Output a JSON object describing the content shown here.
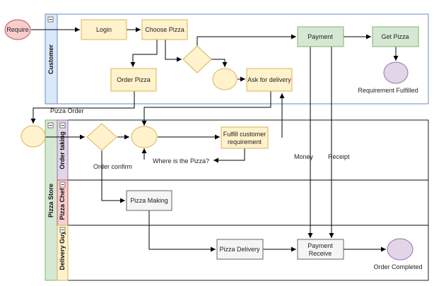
{
  "lanes": {
    "customer": "Customer",
    "pizza_store": "Pizza Store",
    "order_taking": "Order taking",
    "pizza_chef": "Pizza Chef",
    "delivery_guy": "Delivery Guy"
  },
  "nodes": {
    "require": "Require",
    "login": "Login",
    "choose_pizza": "Choose Pizza",
    "order_pizza": "Order Pizza",
    "ask_for_delivery": "Ask for delivery",
    "payment": "Payment",
    "get_pizza": "Get Pizza",
    "requirement_fulfilled": "Requirement Fulfilled",
    "fulfill_line1": "Fulfill customer",
    "fulfill_line2": "requirement",
    "pizza_making": "Pizza Making",
    "pizza_delivery": "Pizza Delivery",
    "payment_receive_line1": "Payment",
    "payment_receive_line2": "Receive",
    "order_completed": "Order Completed"
  },
  "edge_labels": {
    "pizza_order": "Pizza Order",
    "order_confirm": "Order confirm",
    "where_is_pizza": "Where is the Pizza?",
    "money": "Money",
    "receipt": "Receipt"
  },
  "colors": {
    "customer_fill": "#dae8fc",
    "customer_stroke": "#6c8ebf",
    "store_fill": "#d5e8d4",
    "store_stroke": "#82b366",
    "order_taking_fill": "#e1d5e7",
    "order_taking_stroke": "#9673a6",
    "chef_fill": "#f8cecc",
    "chef_stroke": "#b85450",
    "delivery_fill": "#fff2cc",
    "delivery_stroke": "#d6b656",
    "yellow_fill": "#fff2cc",
    "yellow_stroke": "#d6b656",
    "green_fill": "#d5e8d4",
    "green_stroke": "#82b366",
    "purple_fill": "#e1d5e7",
    "purple_stroke": "#9673a6",
    "red_fill": "#f8cecc",
    "red_stroke": "#b85450",
    "gray_fill": "#f5f5f5",
    "gray_stroke": "#666666"
  },
  "icons": {
    "collapse": "minus-box-icon"
  }
}
